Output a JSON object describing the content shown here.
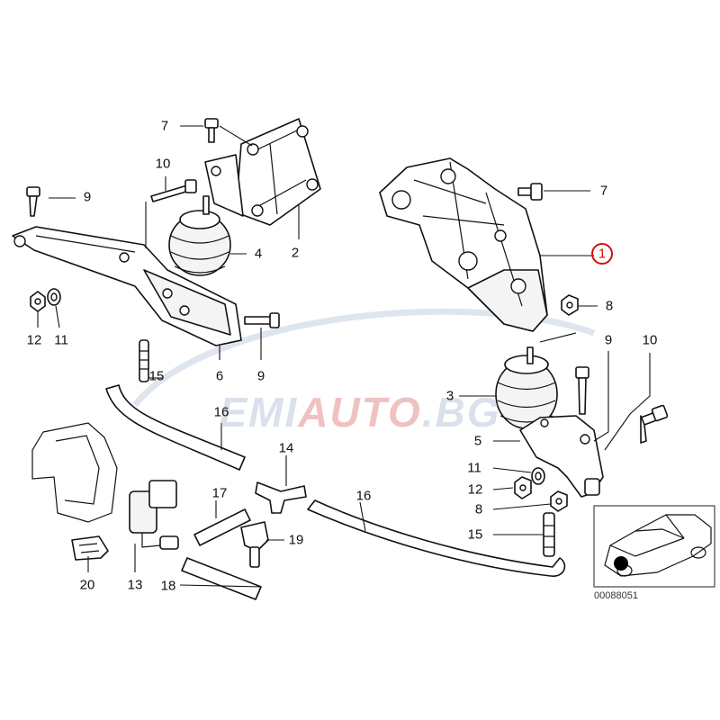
{
  "watermark": {
    "part1": "EMI",
    "part2": "AUTO",
    "part3": ".BG"
  },
  "diagram_code": "00088051",
  "callouts": {
    "c1": "1",
    "c2": "2",
    "c3": "3",
    "c4": "4",
    "c5": "5",
    "c6": "6",
    "c7a": "7",
    "c7b": "7",
    "c8a": "8",
    "c8b": "8",
    "c9a": "9",
    "c9b": "9",
    "c9c": "9",
    "c10a": "10",
    "c10b": "10",
    "c11a": "11",
    "c11b": "11",
    "c12a": "12",
    "c12b": "12",
    "c13": "13",
    "c14": "14",
    "c15a": "15",
    "c15b": "15",
    "c16a": "16",
    "c16b": "16",
    "c17": "17",
    "c18": "18",
    "c19": "19",
    "c20": "20"
  },
  "highlighted_part": "1",
  "colors": {
    "highlight": "#d01010",
    "line": "#111111"
  }
}
